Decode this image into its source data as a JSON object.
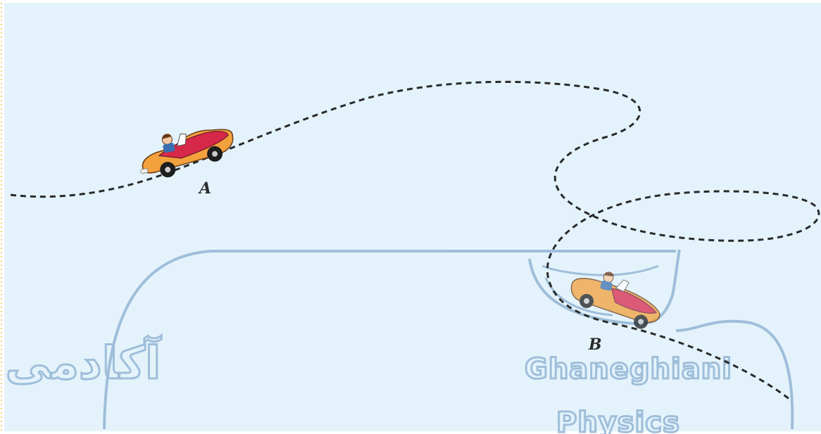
{
  "diagram": {
    "background_color": "#e4f3fb",
    "path_color": "#2a2a2a",
    "points": [
      {
        "id": "A",
        "label": "A"
      },
      {
        "id": "B",
        "label": "B"
      }
    ]
  },
  "watermark": {
    "color": "#9cbcd9",
    "line1_persian": "آکادمی فیزیک",
    "line1_latin": "Ghaneghiani",
    "line2_latin": "Physics"
  }
}
